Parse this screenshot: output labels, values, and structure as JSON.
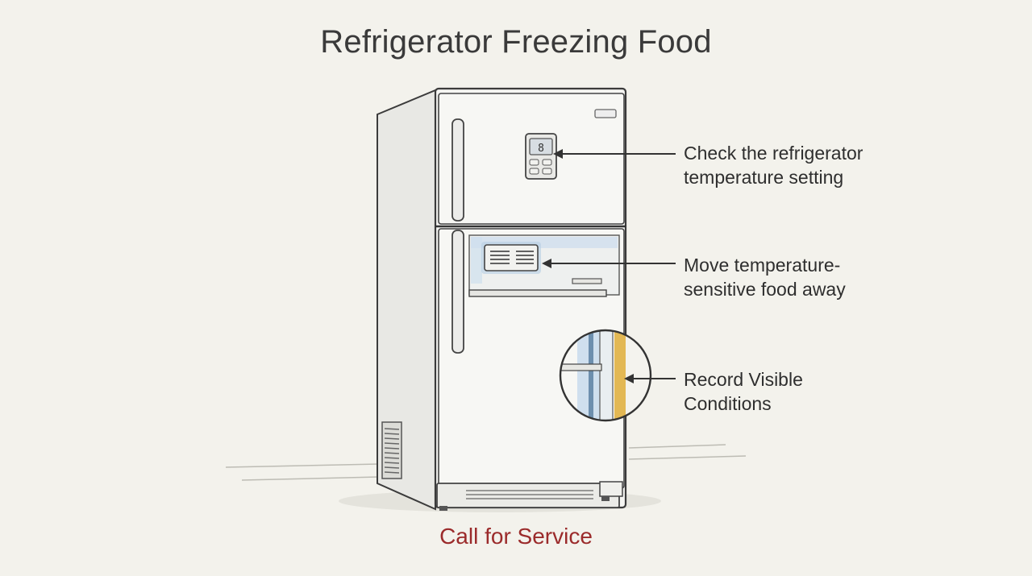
{
  "title": "Refrigerator Freezing Food",
  "callouts": [
    {
      "lines": [
        "Check the refrigerator",
        "temperature setting"
      ]
    },
    {
      "lines": [
        "Move temperature-",
        "sensitive food away"
      ]
    },
    {
      "lines": [
        "Record Visible",
        "Conditions"
      ]
    }
  ],
  "action": "Call for Service",
  "colors": {
    "background": "#f3f2ec",
    "action": "#9b2b2b",
    "frost": "#b9cfe3",
    "seal": "#e0b043"
  }
}
